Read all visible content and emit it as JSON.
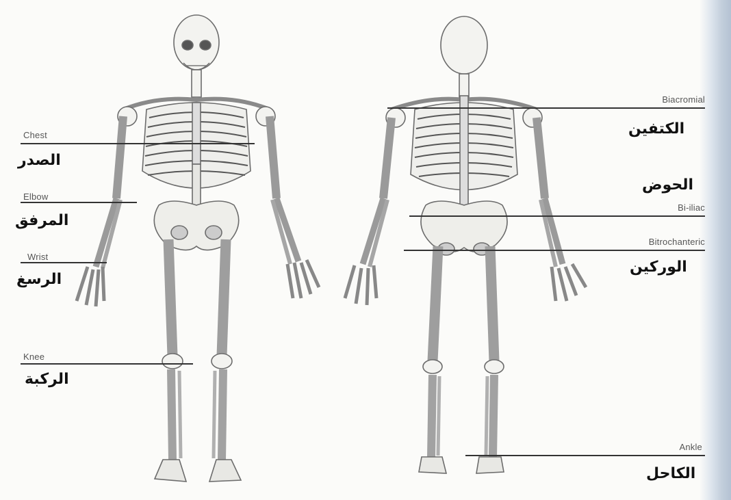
{
  "labels": {
    "chest": {
      "en": "Chest",
      "ar": "الصدر"
    },
    "elbow": {
      "en": "Elbow",
      "ar": "المرفق"
    },
    "wrist": {
      "en": "Wrist",
      "ar": "الرسغ"
    },
    "knee": {
      "en": "Knee",
      "ar": "الركبة"
    },
    "biacromial": {
      "en": "Biacromial",
      "ar": "الكتفين"
    },
    "pelvis": {
      "ar": "الحوض"
    },
    "biiliac": {
      "en": "Bi-iliac"
    },
    "bitrochanteric": {
      "en": "Bitrochanteric",
      "ar": "الوركين"
    },
    "ankle": {
      "en": "Ankle",
      "ar": "الكاحل"
    }
  }
}
